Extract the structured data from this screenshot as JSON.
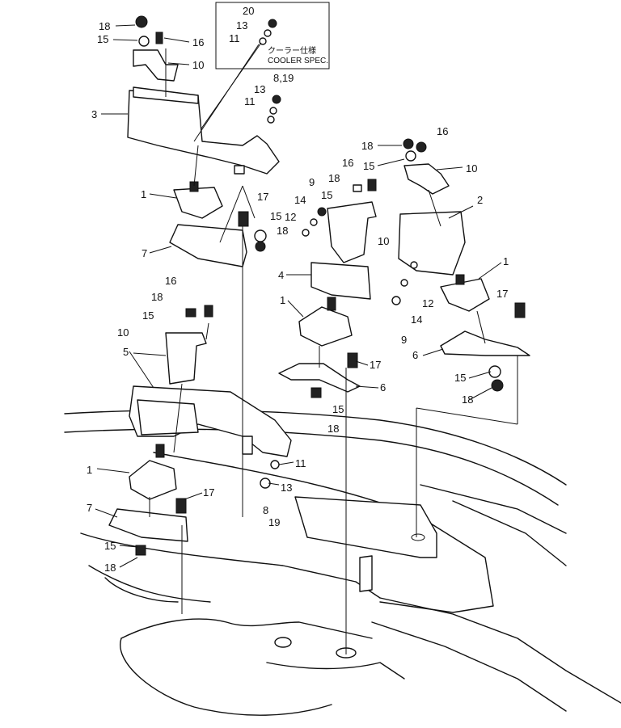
{
  "inset": {
    "line1": "クーラー仕様",
    "line2": "COOLER SPEC."
  },
  "callouts": [
    {
      "id": "c1",
      "text": "20"
    },
    {
      "id": "c2",
      "text": "13"
    },
    {
      "id": "c3",
      "text": "11"
    },
    {
      "id": "c4",
      "text": "18"
    },
    {
      "id": "c5",
      "text": "15"
    },
    {
      "id": "c6",
      "text": "16"
    },
    {
      "id": "c7",
      "text": "10"
    },
    {
      "id": "c8",
      "text": "8,19"
    },
    {
      "id": "c9",
      "text": "13"
    },
    {
      "id": "c10",
      "text": "11"
    },
    {
      "id": "c11",
      "text": "3"
    },
    {
      "id": "c12",
      "text": "16"
    },
    {
      "id": "c13",
      "text": "18"
    },
    {
      "id": "c14",
      "text": "15"
    },
    {
      "id": "c15",
      "text": "10"
    },
    {
      "id": "c16",
      "text": "16"
    },
    {
      "id": "c17",
      "text": "18"
    },
    {
      "id": "c18",
      "text": "9"
    },
    {
      "id": "c19",
      "text": "15"
    },
    {
      "id": "c20",
      "text": "14"
    },
    {
      "id": "c21",
      "text": "12"
    },
    {
      "id": "c22",
      "text": "1"
    },
    {
      "id": "c23",
      "text": "17"
    },
    {
      "id": "c24",
      "text": "15"
    },
    {
      "id": "c25",
      "text": "18"
    },
    {
      "id": "c26",
      "text": "2"
    },
    {
      "id": "c27",
      "text": "10"
    },
    {
      "id": "c28",
      "text": "7"
    },
    {
      "id": "c29",
      "text": "4"
    },
    {
      "id": "c30",
      "text": "1"
    },
    {
      "id": "c31",
      "text": "12"
    },
    {
      "id": "c32",
      "text": "17"
    },
    {
      "id": "c33",
      "text": "14"
    },
    {
      "id": "c34",
      "text": "16"
    },
    {
      "id": "c35",
      "text": "1"
    },
    {
      "id": "c36",
      "text": "18"
    },
    {
      "id": "c37",
      "text": "15"
    },
    {
      "id": "c38",
      "text": "9"
    },
    {
      "id": "c39",
      "text": "6"
    },
    {
      "id": "c40",
      "text": "10"
    },
    {
      "id": "c41",
      "text": "17"
    },
    {
      "id": "c42",
      "text": "5"
    },
    {
      "id": "c43",
      "text": "6"
    },
    {
      "id": "c44",
      "text": "15"
    },
    {
      "id": "c45",
      "text": "15"
    },
    {
      "id": "c46",
      "text": "18"
    },
    {
      "id": "c47",
      "text": "18"
    },
    {
      "id": "c48",
      "text": "1"
    },
    {
      "id": "c49",
      "text": "11"
    },
    {
      "id": "c50",
      "text": "13"
    },
    {
      "id": "c51",
      "text": "17"
    },
    {
      "id": "c52",
      "text": "7"
    },
    {
      "id": "c53",
      "text": "8"
    },
    {
      "id": "c54",
      "text": "19"
    },
    {
      "id": "c55",
      "text": "15"
    },
    {
      "id": "c56",
      "text": "18"
    }
  ]
}
